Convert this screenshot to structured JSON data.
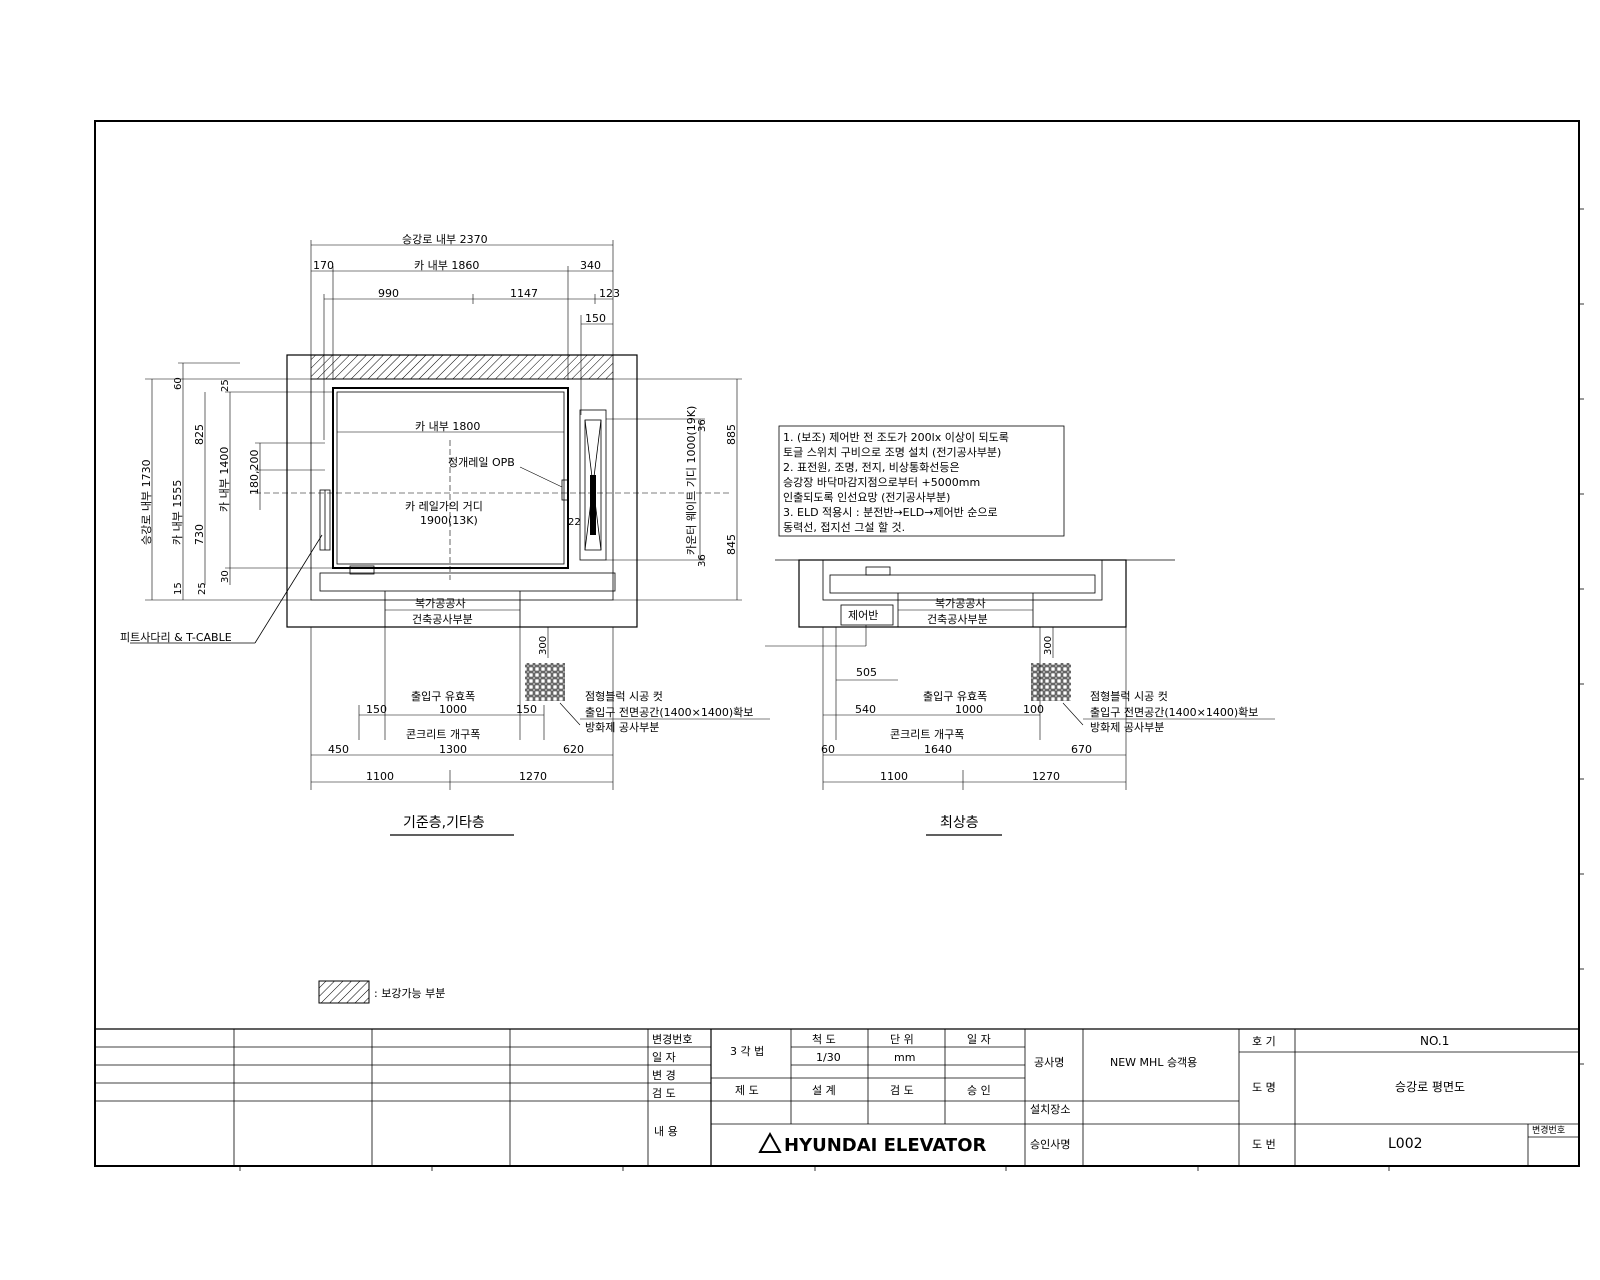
{
  "left_plan": {
    "dims_top": {
      "hoistway_width": "승강로 내부 2370",
      "car_width": "카 내부 1860",
      "w170": "170",
      "w340": "340",
      "w990": "990",
      "w1147": "1147",
      "w123": "123",
      "w150": "150"
    },
    "dims_left": {
      "hoistway_depth": "승강로 내부 1730",
      "car_depth": "카 내부 1555",
      "car_inner": "카 내부 1400",
      "d60": "60",
      "d25a": "25",
      "d825": "825",
      "d200": "180,200",
      "d730": "730",
      "d30": "30",
      "d25b": "25",
      "d15": "15"
    },
    "dims_right": {
      "d885": "885",
      "d845": "845",
      "d36a": "36",
      "d36b": "36",
      "cwt": "카운터 웨이트 기디 1000(19K)"
    },
    "car_inner_width": "카 내부 1800",
    "car_rail": "카 레일가의 거디",
    "car_rail_val": "1900(13K)",
    "opb": "정개레일 OPB",
    "v22": "22",
    "pit_label": "피트사다리 & T-CABLE",
    "sill_work": "복가공공사",
    "sill_work2": "건축공사부분",
    "d300": "300",
    "door_open": "출입구 유효폭",
    "door_open_val": "1000",
    "d150a": "150",
    "d150b": "150",
    "conc_open": "콘크리트 개구폭",
    "conc_val": "1300",
    "d450": "450",
    "d620": "620",
    "d1100": "1100",
    "d1270": "1270",
    "braille": "점형블럭 시공 컷",
    "braille2": "출입구 전면공간(1400×1400)확보",
    "braille3": "방화제 공사부분",
    "caption": "기준층,기타층"
  },
  "right_plan": {
    "sill_work": "복가공공사",
    "sill_work2": "건축공사부분",
    "ctrl": "제어반",
    "d505": "505",
    "d540": "540",
    "door_open": "출입구 유효폭",
    "door_open_val": "1000",
    "d100": "100",
    "conc_open": "콘크리트 개구폭",
    "conc_val": "1640",
    "d60": "60",
    "d670": "670",
    "d1100": "1100",
    "d1270": "1270",
    "d300": "300",
    "braille": "점형블럭 시공 컷",
    "braille2": "출입구 전면공간(1400×1400)확보",
    "braille3": "방화제 공사부분",
    "caption": "최상층"
  },
  "notes": [
    "1. (보조) 제어반 전 조도가 200lx 이상이 되도록",
    "   토글 스위치 구비으로 조명 설치 (전기공사부분)",
    "2. 표전원, 조명, 전지, 비상통화선등은",
    "   승강장 바닥마감지점으로부터 +5000mm",
    "   인출되도록 인선요망 (전기공사부분)",
    "3. ELD 적용시 : 분전반→ELD→제어반 순으로",
    "   동력선, 접지선 그설 할 것."
  ],
  "legend_text": ": 보강가능 부분",
  "title_block": {
    "rev_labels": [
      "변경번호",
      "일  자",
      "변  경",
      "검  도"
    ],
    "content_label": "내  용",
    "projection": "3 각 법",
    "scale_label": "척 도",
    "scale_val": "1/30",
    "unit_label": "단 위",
    "unit_val": "mm",
    "date_label": "일 자",
    "draw_label": "제 도",
    "design_label": "설 계",
    "check_label": "검 도",
    "approve_label": "승 인",
    "project_label": "공사명",
    "project_val": "NEW MHL 승객용",
    "site_label": "설치장소",
    "approval_label": "승인사명",
    "unit_no_label": "호 기",
    "unit_no_val": "NO.1",
    "drawing_name_label": "도 명",
    "drawing_name_val": "승강로 평면도",
    "drawing_no_label": "도 번",
    "drawing_no_val": "L002",
    "rev_mark": "변경번호",
    "logo": "HYUNDAI ELEVATOR"
  }
}
